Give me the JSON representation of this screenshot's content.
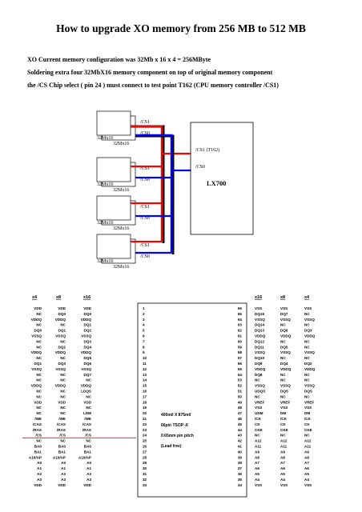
{
  "page": {
    "title": "How to upgrade XO memory from 256 MB to 512 MB",
    "paragraphs": [
      "XO Current memory configuration was 32Mb x 16 x 4 = 256MByte",
      "Soldering extra four 32MbX16 memory component on top of original memory component",
      "the /CS Chip select ( pin 24 ) must connect to test point T162 (CPU memory controller /CS1)"
    ]
  },
  "diagram": {
    "chip_label": "32Mx16",
    "controller": {
      "name": "LX700",
      "cs1_label": "/CS1 (T162)",
      "cs0_label": "/CS0"
    },
    "cs1_label": "/CS1",
    "cs0_label": "/CS0",
    "colors": {
      "cs1": "#ff0000",
      "cs0": "#0000ff"
    }
  },
  "pinout": {
    "header_left": [
      "x4",
      "x8",
      "x16"
    ],
    "header_right": [
      "x16",
      "x8",
      "x4"
    ],
    "left_pins": [
      [
        "VDD",
        "VDD",
        "VDD"
      ],
      [
        "NC",
        "DQ0",
        "DQ0"
      ],
      [
        "VDDQ",
        "VDDQ",
        "VDDQ"
      ],
      [
        "NC",
        "NC",
        "DQ1"
      ],
      [
        "DQ0",
        "DQ1",
        "DQ2"
      ],
      [
        "VSSQ",
        "VSSQ",
        "VSSQ"
      ],
      [
        "NC",
        "NC",
        "DQ3"
      ],
      [
        "NC",
        "DQ2",
        "DQ4"
      ],
      [
        "VDDQ",
        "VDDQ",
        "VDDQ"
      ],
      [
        "NC",
        "NC",
        "DQ5"
      ],
      [
        "DQ1",
        "DQ3",
        "DQ6"
      ],
      [
        "VSSQ",
        "VSSQ",
        "VSSQ"
      ],
      [
        "NC",
        "NC",
        "DQ7"
      ],
      [
        "NC",
        "NC",
        "NC"
      ],
      [
        "VDDQ",
        "VDDQ",
        "VDDQ"
      ],
      [
        "NC",
        "NC",
        "LDQS"
      ],
      [
        "NC",
        "NC",
        "NC"
      ],
      [
        "VDD",
        "VDD",
        "VDD"
      ],
      [
        "NC",
        "NC",
        "NC"
      ],
      [
        "NC",
        "NC",
        "LDM"
      ],
      [
        "/WE",
        "/WE",
        "/WE"
      ],
      [
        "/CAS",
        "/CAS",
        "/CAS"
      ],
      [
        "/RAS",
        "/RAS",
        "/RAS"
      ],
      [
        "/CS",
        "/CS",
        "/CS"
      ],
      [
        "NC",
        "NC",
        "NC"
      ],
      [
        "BA0",
        "BA0",
        "BA0"
      ],
      [
        "BA1",
        "BA1",
        "BA1"
      ],
      [
        "A10/AP",
        "A10/AP",
        "A10/AP"
      ],
      [
        "A0",
        "A0",
        "A0"
      ],
      [
        "A1",
        "A1",
        "A1"
      ],
      [
        "A2",
        "A2",
        "A2"
      ],
      [
        "A3",
        "A3",
        "A3"
      ],
      [
        "VDD",
        "VDD",
        "VDD"
      ]
    ],
    "left_numbers": [
      "1",
      "2",
      "3",
      "4",
      "5",
      "6",
      "7",
      "8",
      "9",
      "10",
      "11",
      "12",
      "13",
      "14",
      "15",
      "16",
      "17",
      "18",
      "19",
      "20",
      "21",
      "22",
      "23",
      "24",
      "25",
      "26",
      "27",
      "28",
      "29",
      "30",
      "31",
      "32",
      "33"
    ],
    "right_numbers": [
      "66",
      "65",
      "64",
      "63",
      "62",
      "61",
      "60",
      "59",
      "58",
      "57",
      "56",
      "55",
      "54",
      "53",
      "52",
      "51",
      "50",
      "49",
      "48",
      "47",
      "46",
      "45",
      "44",
      "43",
      "42",
      "41",
      "40",
      "39",
      "38",
      "37",
      "36",
      "35",
      "34"
    ],
    "right_pins": [
      [
        "VSS",
        "VSS",
        "VSS"
      ],
      [
        "DQ15",
        "DQ7",
        "NC"
      ],
      [
        "VSSQ",
        "VSSQ",
        "VSSQ"
      ],
      [
        "DQ14",
        "NC",
        "NC"
      ],
      [
        "DQ13",
        "DQ6",
        "DQ3"
      ],
      [
        "VDDQ",
        "VDDQ",
        "VDDQ"
      ],
      [
        "DQ12",
        "NC",
        "NC"
      ],
      [
        "DQ11",
        "DQ5",
        "NC"
      ],
      [
        "VSSQ",
        "VSSQ",
        "VSSQ"
      ],
      [
        "DQ10",
        "NC",
        "NC"
      ],
      [
        "DQ9",
        "DQ4",
        "DQ2"
      ],
      [
        "VDDQ",
        "VDDQ",
        "VDDQ"
      ],
      [
        "DQ8",
        "NC",
        "NC"
      ],
      [
        "NC",
        "NC",
        "NC"
      ],
      [
        "VSSQ",
        "VSSQ",
        "VSSQ"
      ],
      [
        "UDQS",
        "DQS",
        "DQS"
      ],
      [
        "NC",
        "NC",
        "NC"
      ],
      [
        "VREF",
        "VREF",
        "VREF"
      ],
      [
        "VSS",
        "VSS",
        "VSS"
      ],
      [
        "UDM",
        "DM",
        "DM"
      ],
      [
        "/CK",
        "/CK",
        "/CK"
      ],
      [
        "CK",
        "CK",
        "CK"
      ],
      [
        "CKE",
        "CKE",
        "CKE"
      ],
      [
        "NC",
        "NC",
        "NC"
      ],
      [
        "A12",
        "A12",
        "A12"
      ],
      [
        "A11",
        "A11",
        "A11"
      ],
      [
        "A9",
        "A9",
        "A9"
      ],
      [
        "A8",
        "A8",
        "A8"
      ],
      [
        "A7",
        "A7",
        "A7"
      ],
      [
        "A6",
        "A6",
        "A6"
      ],
      [
        "A5",
        "A5",
        "A5"
      ],
      [
        "A4",
        "A4",
        "A4"
      ],
      [
        "VSS",
        "VSS",
        "VSS"
      ]
    ],
    "center_text": [
      "400mil X 875mil",
      "66pin TSOP -II",
      "0.65mm pin pitch",
      "(Lead free)"
    ]
  }
}
